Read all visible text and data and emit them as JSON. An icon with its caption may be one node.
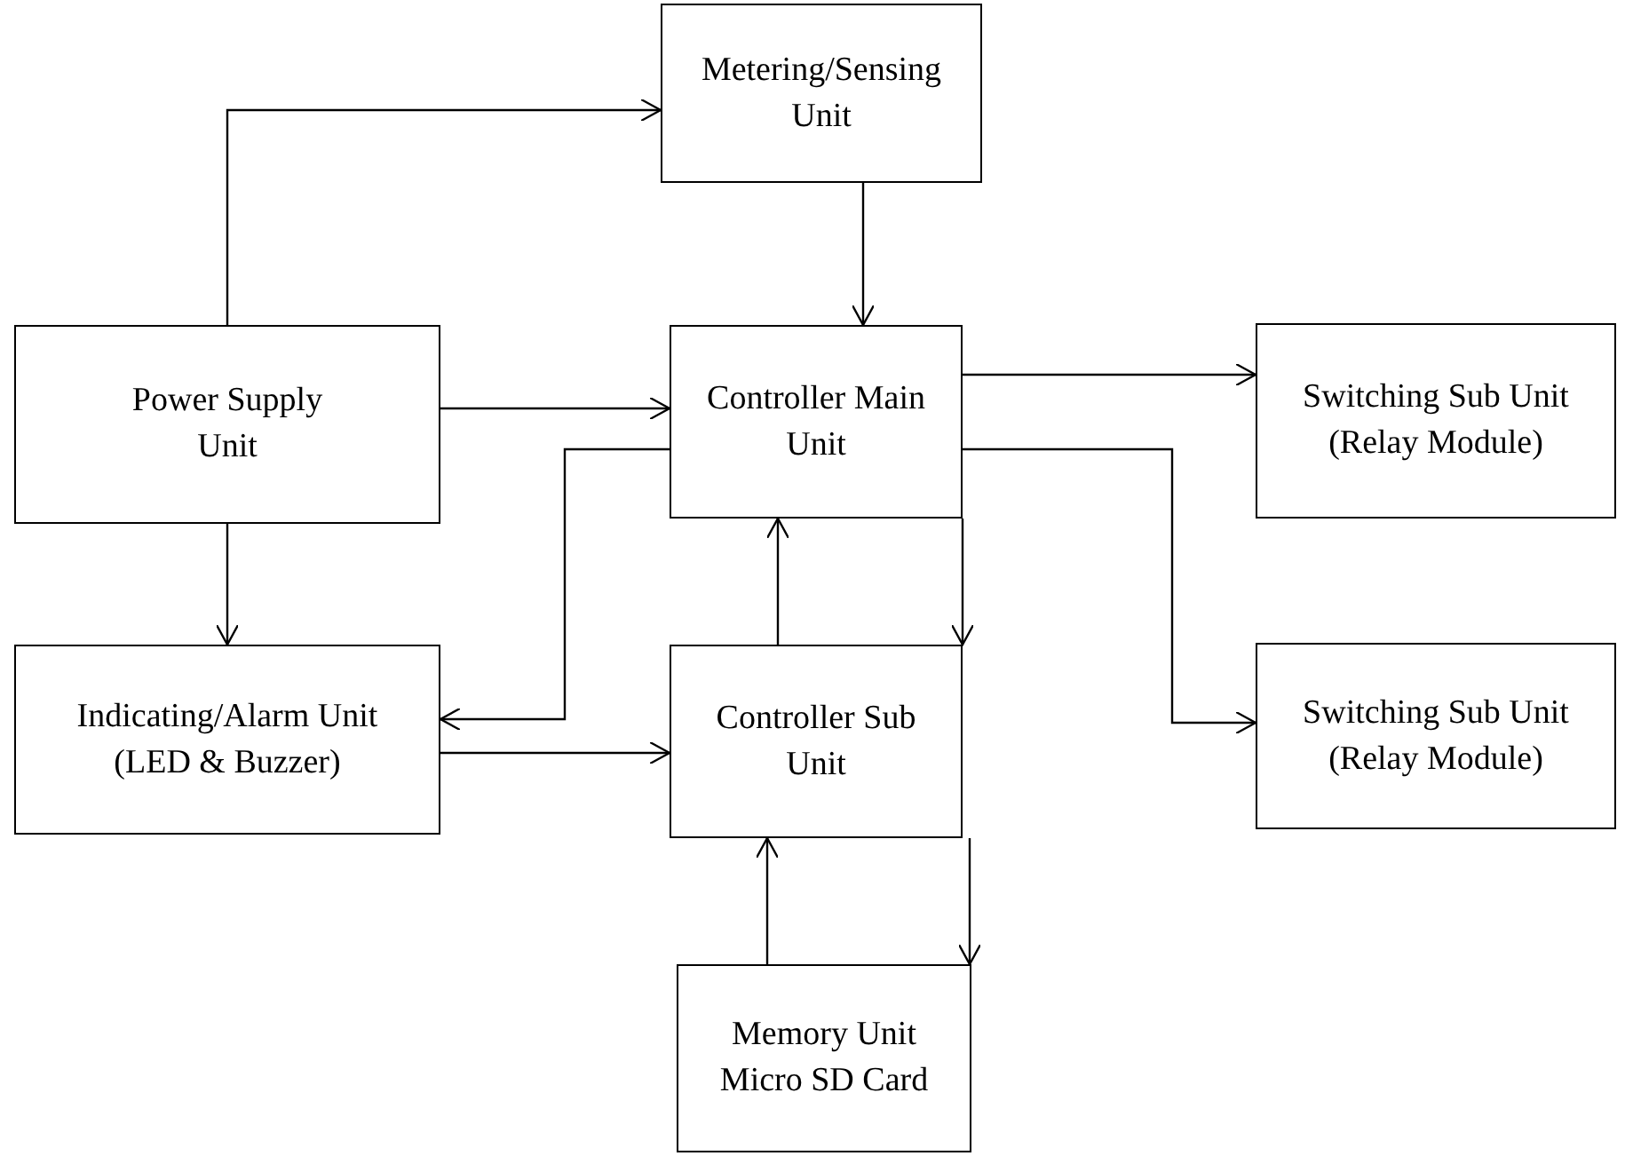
{
  "diagram": {
    "nodes": [
      {
        "text": [
          "Metering/Sensing Unit"
        ]
      },
      {
        "text": [
          "Power Supply Unit"
        ]
      },
      {
        "text": [
          "Controller Main Unit"
        ]
      },
      {
        "text": [
          "Switching Sub Unit (Relay Module)"
        ]
      },
      {
        "text": [
          "Indicating/Alarm Unit (LED & Buzzer)"
        ]
      },
      {
        "text": [
          "Controller Sub Unit"
        ]
      },
      {
        "text": [
          "Switching Sub Unit (Relay Module)"
        ]
      },
      {
        "text": [
          "Memory Unit Micro SD Card"
        ]
      }
    ],
    "edges": [
      {
        "from": 1,
        "to": 0,
        "arrow": "to"
      },
      {
        "from": 0,
        "to": 2,
        "arrow": "to"
      },
      {
        "from": 1,
        "to": 2,
        "arrow": "to"
      },
      {
        "from": 2,
        "to": 3,
        "arrow": "to"
      },
      {
        "from": 2,
        "to": 6,
        "arrow": "to"
      },
      {
        "from": 1,
        "to": 4,
        "arrow": "to"
      },
      {
        "from": 2,
        "to": 4,
        "arrow": "to"
      },
      {
        "from": 4,
        "to": 5,
        "arrow": "to"
      },
      {
        "from": 5,
        "to": 2,
        "arrow": "to"
      },
      {
        "from": 2,
        "to": 5,
        "arrow": "to"
      },
      {
        "from": 7,
        "to": 5,
        "arrow": "to"
      },
      {
        "from": 5,
        "to": 7,
        "arrow": "to"
      }
    ]
  }
}
